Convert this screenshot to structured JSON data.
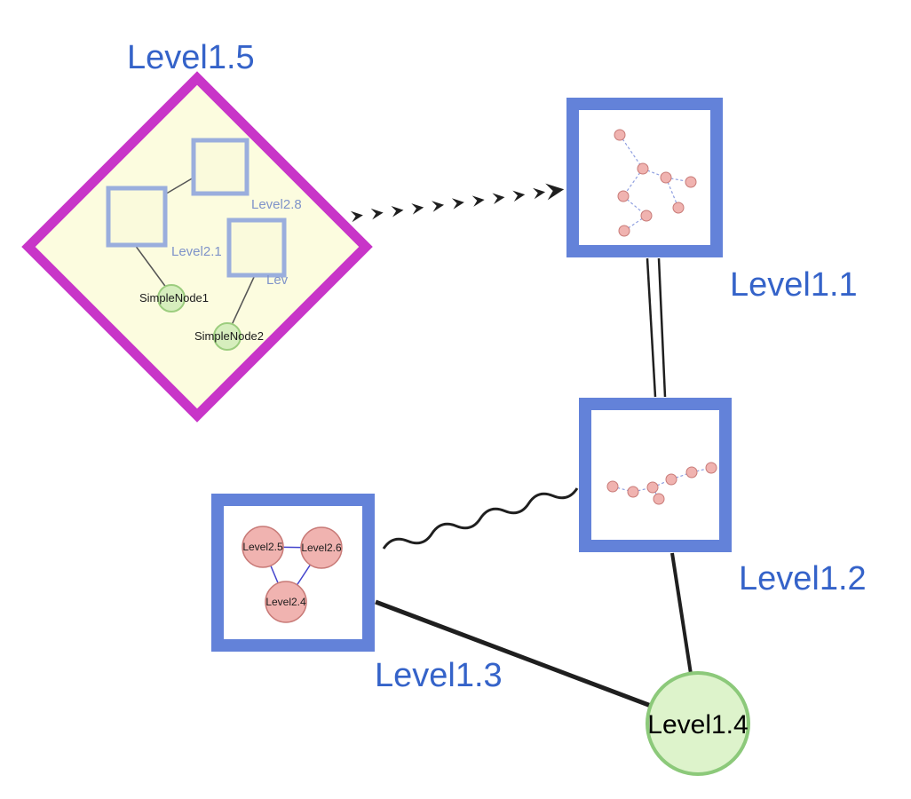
{
  "colors": {
    "label_blue": "#3563c9",
    "inner_label_blue": "#7f93c9",
    "box_border": "#6382d9",
    "diamond_border": "#c835c8",
    "diamond_fill": "#fcfcdf",
    "inner_square_fill": "#fafadc",
    "inner_square_border": "#9aaedd",
    "green_fill": "#d6eebd",
    "green_stroke": "#9ccd7e",
    "level14_fill": "#ddf3cb",
    "level14_stroke": "#8cc97a",
    "pink_fill": "#f0b3b0",
    "pink_stroke": "#c87a77",
    "mini_edge_blue": "#8f9fe0",
    "triangle_edge_blue": "#4444cc",
    "inner_edge_gray": "#555555",
    "edge_dark": "#1f1f1f"
  },
  "nodes": {
    "level15": {
      "label": "Level1.5",
      "type": "diamond-group"
    },
    "level11": {
      "label": "Level1.1",
      "type": "group-box"
    },
    "level12": {
      "label": "Level1.2",
      "type": "group-box"
    },
    "level13": {
      "label": "Level1.3",
      "type": "group-box"
    },
    "level14": {
      "label": "Level1.4",
      "type": "circle"
    }
  },
  "level15_contents": {
    "square_top_label": "Level2.8",
    "square_left_label": "Level2.1",
    "square_right_label": "Lev",
    "simple_node1": "SimpleNode1",
    "simple_node2": "SimpleNode2"
  },
  "level13_contents": {
    "node_a": "Level2.5",
    "node_b": "Level2.6",
    "node_c": "Level2.4"
  }
}
